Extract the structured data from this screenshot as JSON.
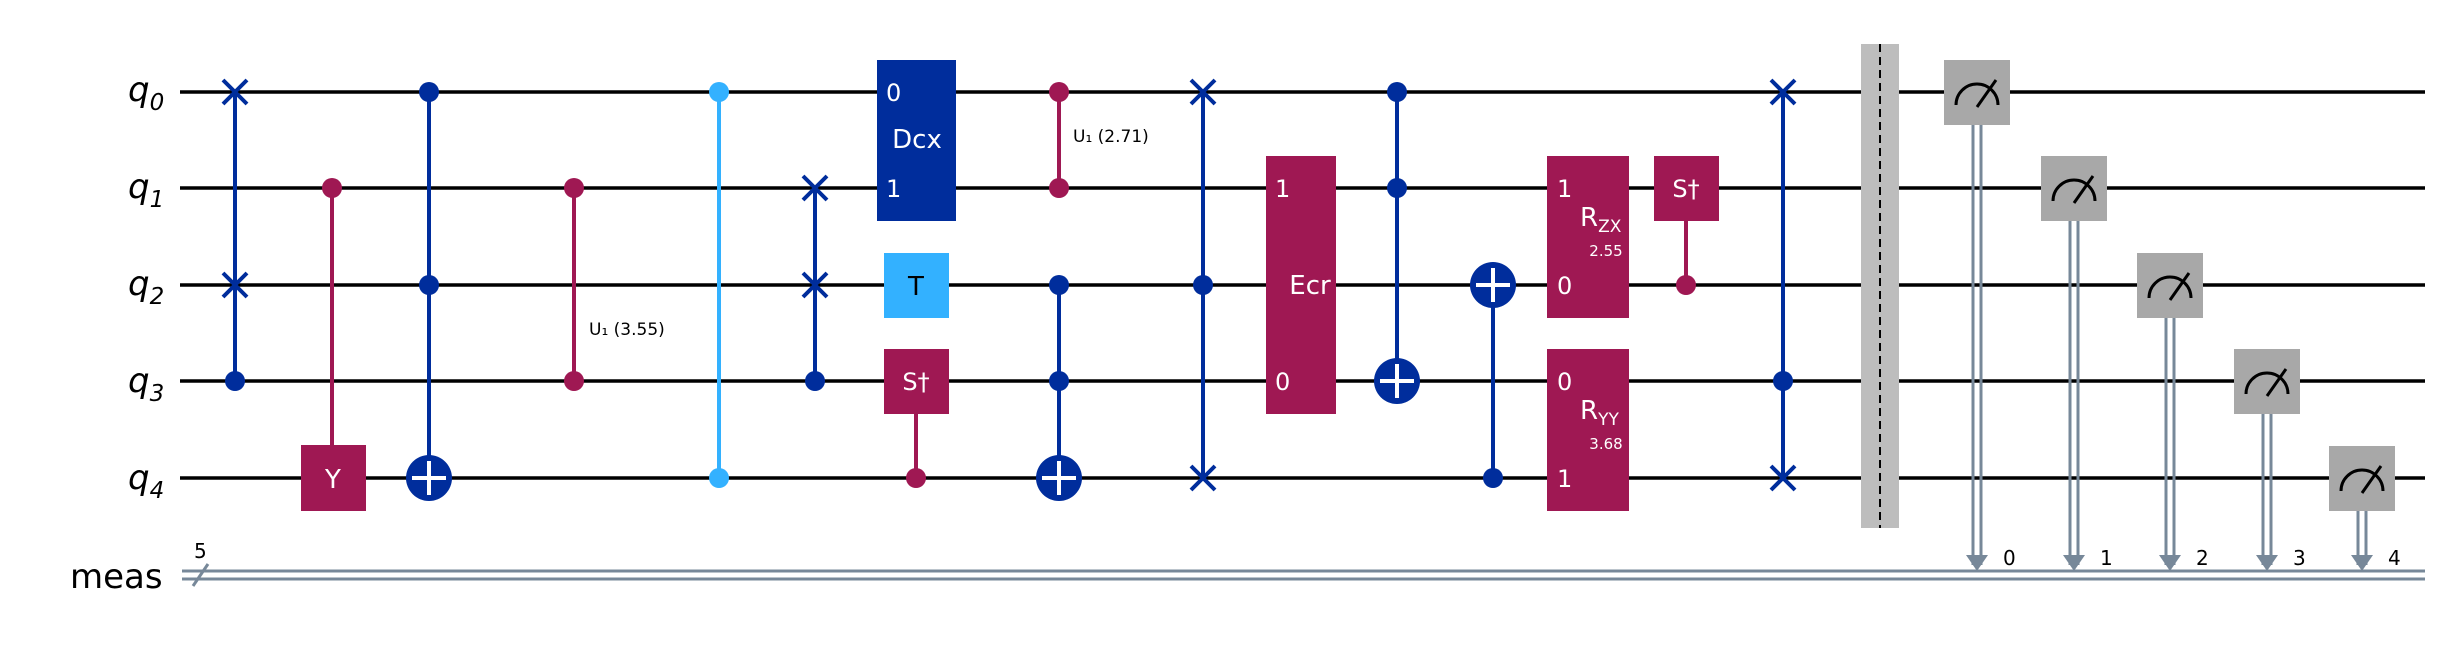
{
  "qubit_labels": [
    {
      "name": "q",
      "sub": "0"
    },
    {
      "name": "q",
      "sub": "1"
    },
    {
      "name": "q",
      "sub": "2"
    },
    {
      "name": "q",
      "sub": "3"
    },
    {
      "name": "q",
      "sub": "4"
    }
  ],
  "classical": {
    "label": "meas",
    "width": "5"
  },
  "colors": {
    "wire": "#000000",
    "classical_wire": "#778899",
    "dark_blue": "#002D9C",
    "magenta": "#9F1853",
    "light_blue": "#33B1FF",
    "barrier": "#BDBDBD",
    "measure": "#A8A8A8",
    "white": "#FFFFFF"
  },
  "gates": {
    "y": "Y",
    "dcx": "Dcx",
    "dcx_top": "0",
    "dcx_bottom": "1",
    "t": "T",
    "sdg": "S†",
    "ecr": "Ecr",
    "ecr_top": "1",
    "ecr_bottom": "0",
    "u1_a": "U₁ (3.55)",
    "u1_b": "U₁ (2.71)",
    "rzx": "RZX",
    "rzx_main": "R",
    "rzx_sub": "ZX",
    "rzx_param": "2.55",
    "rzx_top": "1",
    "rzx_bottom": "0",
    "ryy": "RYY",
    "ryy_main": "R",
    "ryy_sub": "YY",
    "ryy_param": "3.68",
    "ryy_top": "0",
    "ryy_bottom": "1",
    "sdg2": "S†"
  },
  "measure_bits": [
    "0",
    "1",
    "2",
    "3",
    "4"
  ]
}
